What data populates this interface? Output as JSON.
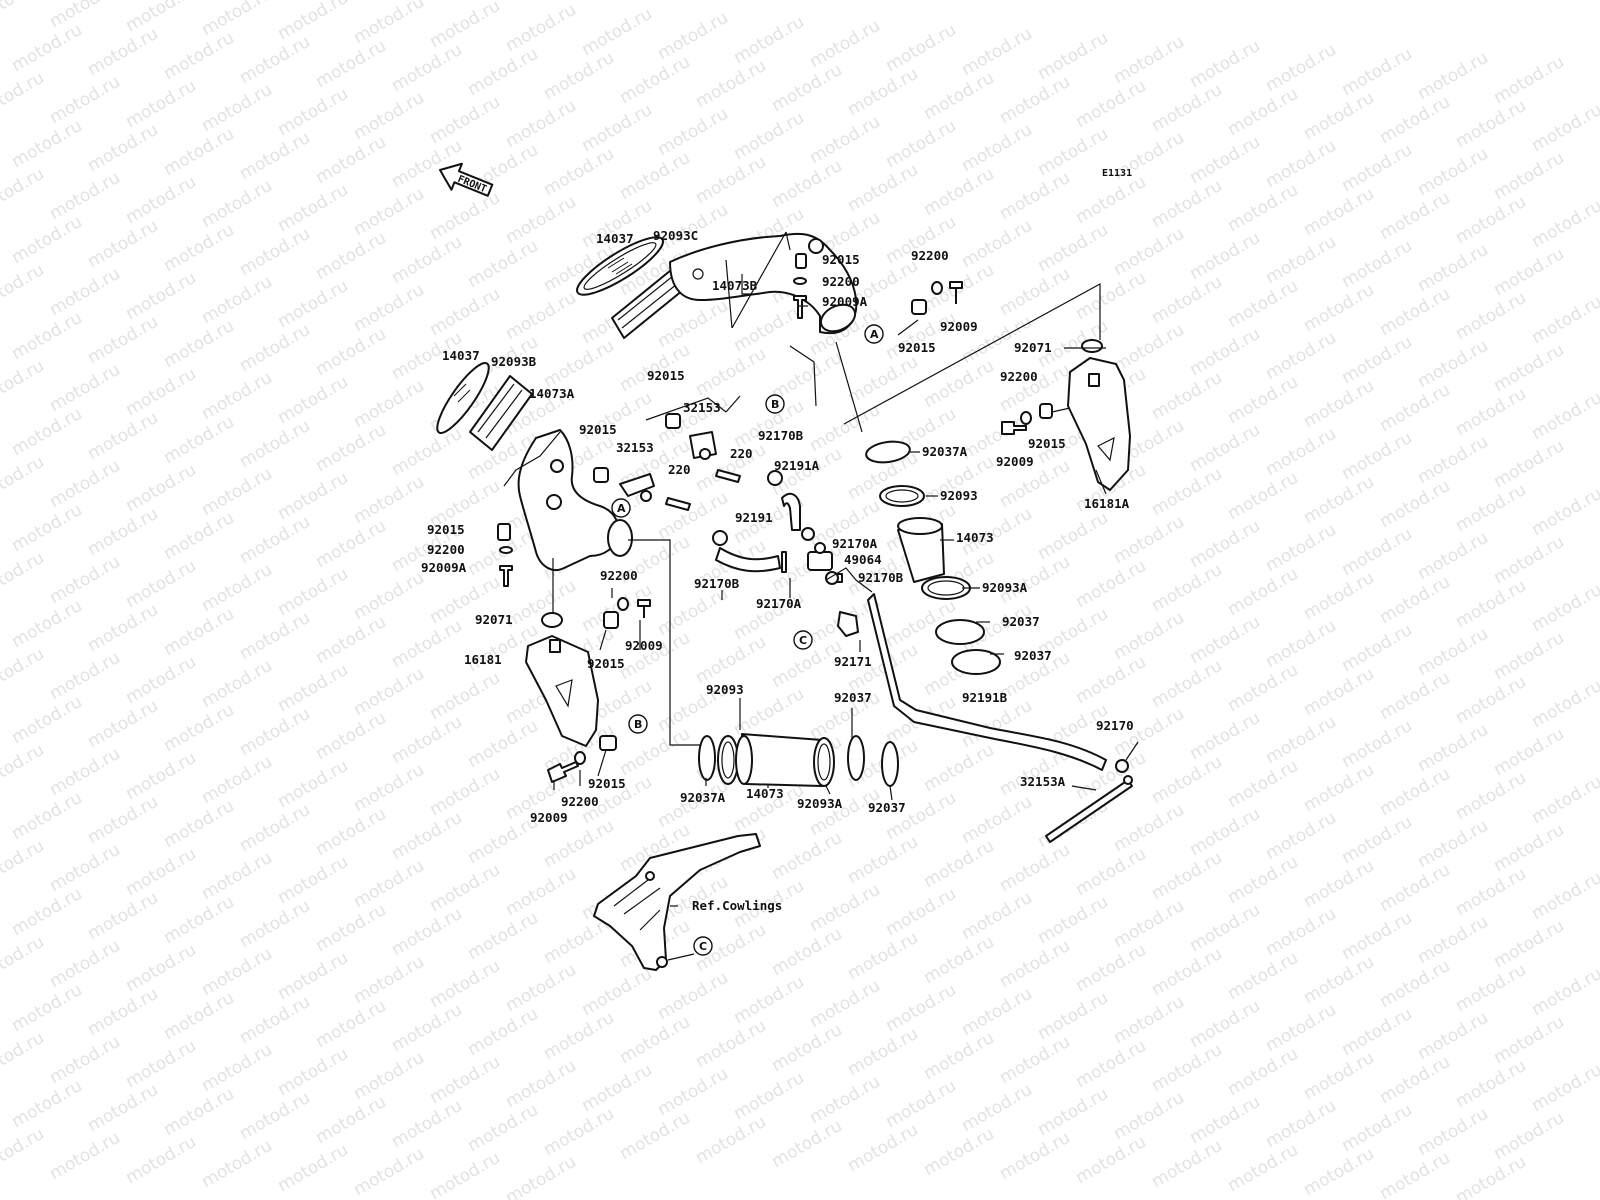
{
  "watermark": "motod.ru",
  "figure_code": "E1131",
  "front_label": "FRONT",
  "ref_label": "Ref.Cowlings",
  "labels": {
    "l14037_top": "14037",
    "l92093C": "92093C",
    "l14073B": "14073B",
    "l92015_a": "92015",
    "l92200_a": "92200",
    "l92009A_a": "92009A",
    "l92200_b": "92200",
    "l92009_b": "92009",
    "l92015_b": "92015",
    "l92071_r": "92071",
    "l92200_r": "92200",
    "l92015_r": "92015",
    "l92009_r": "92009",
    "l16181A": "16181A",
    "l14037_l": "14037",
    "l92093B": "92093B",
    "l14073A": "14073A",
    "l92015_c": "92015",
    "l32153_a": "32153",
    "l92015_d": "92015",
    "l32153_b": "32153",
    "l220_a": "220",
    "l220_b": "220",
    "l92170B_a": "92170B",
    "l92191A": "92191A",
    "l92037A_a": "92037A",
    "l92093_a": "92093",
    "l14073_a": "14073",
    "l92093A_a": "92093A",
    "l92037_a": "92037",
    "l92037_b": "92037",
    "l92015_e": "92015",
    "l92200_e": "92200",
    "l92009A_e": "92009A",
    "l92191": "92191",
    "l92170A_a": "92170A",
    "l49064": "49064",
    "l92170B_b": "92170B",
    "l92170B_c": "92170B",
    "l92170A_b": "92170A",
    "l92200_f": "92200",
    "l92071_f": "92071",
    "l92009_f": "92009",
    "l92015_f": "92015",
    "l16181": "16181",
    "l92171": "92171",
    "l92093_b": "92093",
    "l92037_c": "92037",
    "l92191B": "92191B",
    "l92170": "92170",
    "l32153A": "32153A",
    "l92015_g": "92015",
    "l92200_g": "92200",
    "l92009_g": "92009",
    "l92037A_b": "92037A",
    "l14073_b": "14073",
    "l92093A_b": "92093A",
    "l92037_d": "92037"
  },
  "callouts": {
    "A": "A",
    "B": "B",
    "C": "C"
  }
}
